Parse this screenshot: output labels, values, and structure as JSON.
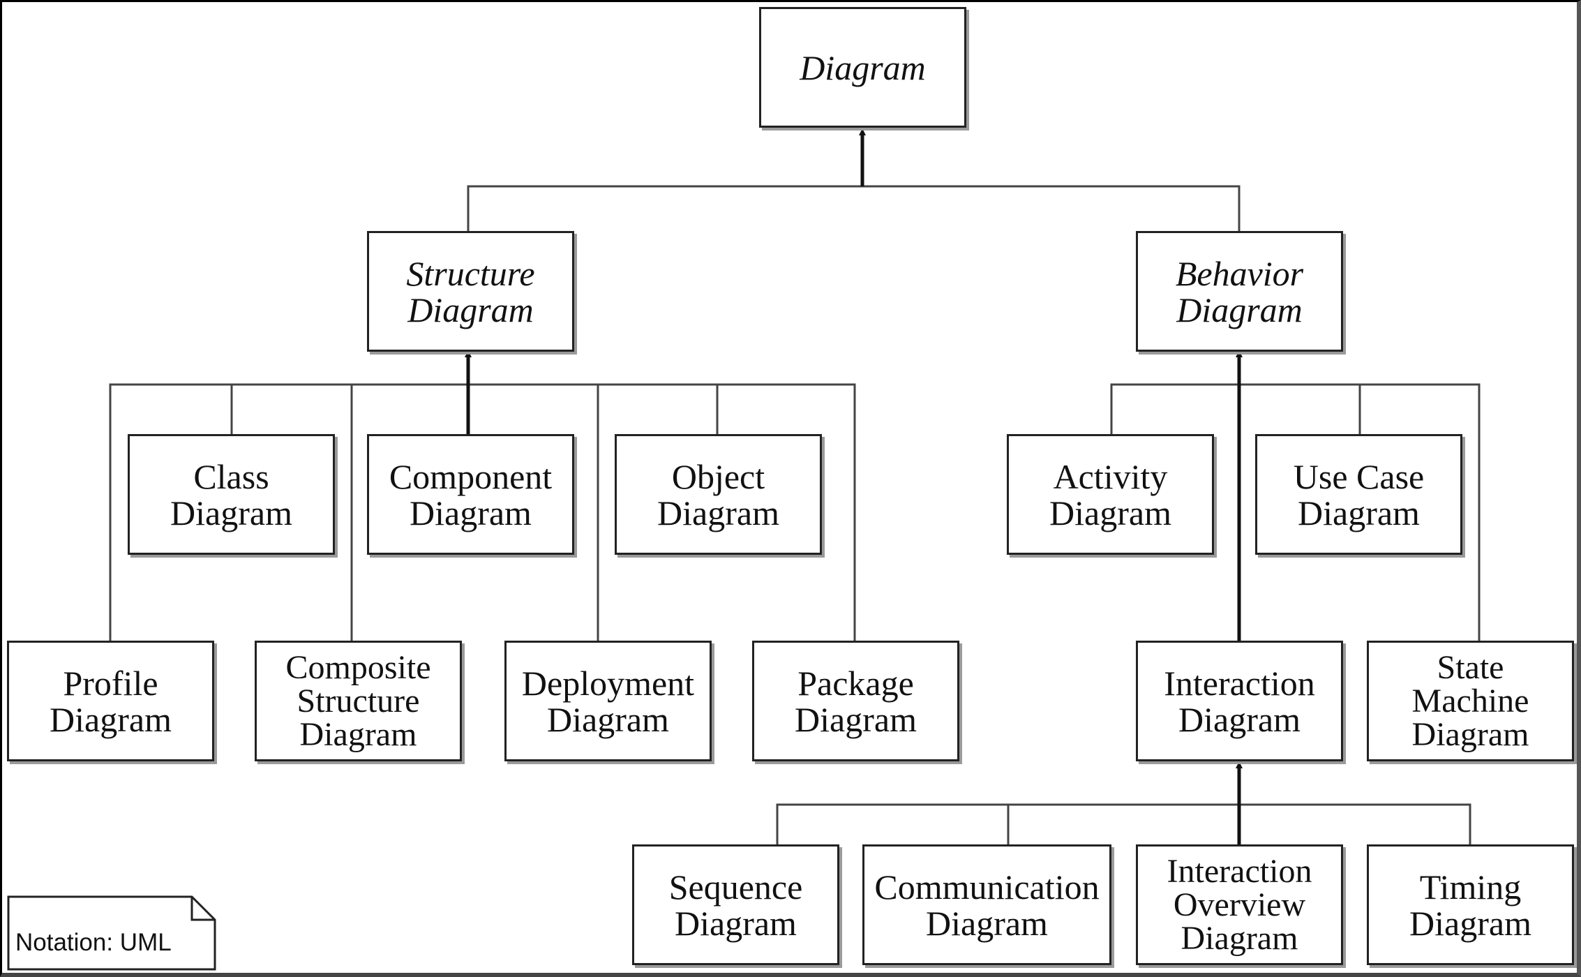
{
  "diagram": {
    "root": "Diagram",
    "structure": {
      "label": "Structure\nDiagram",
      "children": {
        "class": "Class\nDiagram",
        "component": "Component\nDiagram",
        "object": "Object\nDiagram",
        "profile": "Profile\nDiagram",
        "composite_structure": "Composite\nStructure\nDiagram",
        "deployment": "Deployment\nDiagram",
        "package": "Package\nDiagram"
      }
    },
    "behavior": {
      "label": "Behavior\nDiagram",
      "children": {
        "activity": "Activity\nDiagram",
        "use_case": "Use Case\nDiagram",
        "interaction": "Interaction\nDiagram",
        "state_machine": "State\nMachine\nDiagram"
      }
    },
    "interaction": {
      "children": {
        "sequence": "Sequence\nDiagram",
        "communication": "Communication\nDiagram",
        "interaction_overview": "Interaction\nOverview\nDiagram",
        "timing": "Timing\nDiagram"
      }
    },
    "note": "Notation: UML"
  }
}
